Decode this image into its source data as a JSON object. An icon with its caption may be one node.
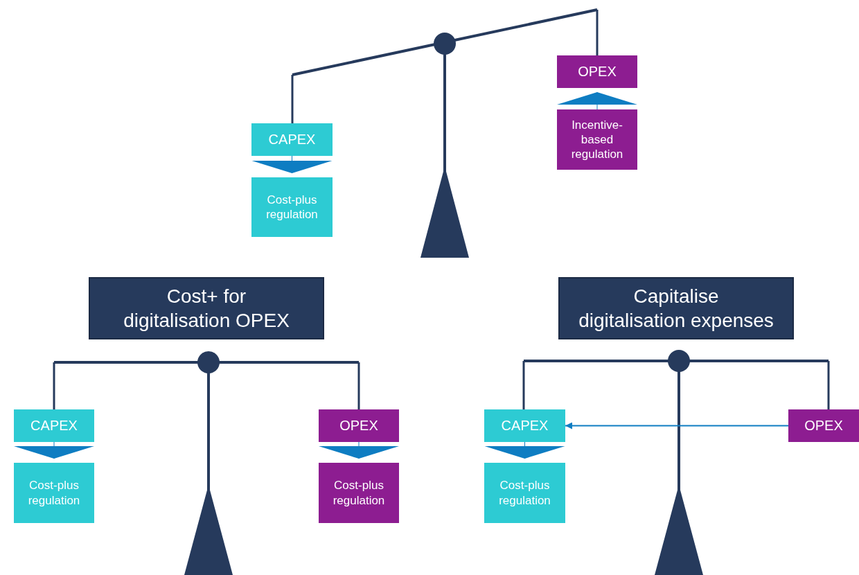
{
  "diagram": {
    "nodes": [
      {
        "text": [
          "CAPEX"
        ]
      },
      {
        "text": [
          "Cost-plus regulation"
        ]
      },
      {
        "text": [
          "OPEX"
        ]
      },
      {
        "text": [
          "Incentive-based regulation"
        ]
      },
      {
        "text": [
          "Cost+ for digitalisation OPEX"
        ]
      },
      {
        "text": [
          "Capitalise digitalisation expenses"
        ]
      },
      {
        "text": [
          "CAPEX"
        ]
      },
      {
        "text": [
          "Cost-plus regulation"
        ]
      },
      {
        "text": [
          "OPEX"
        ]
      },
      {
        "text": [
          "Cost-plus regulation"
        ]
      },
      {
        "text": [
          "CAPEX"
        ]
      },
      {
        "text": [
          "Cost-plus regulation"
        ]
      },
      {
        "text": [
          "OPEX"
        ]
      }
    ],
    "edges": [
      {
        "from": 0,
        "to": 1,
        "arrow": "to"
      },
      {
        "from": 3,
        "to": 2,
        "arrow": "to"
      },
      {
        "from": 6,
        "to": 7,
        "arrow": "to"
      },
      {
        "from": 8,
        "to": 9,
        "arrow": "to"
      },
      {
        "from": 10,
        "to": 11,
        "arrow": "to"
      },
      {
        "from": 12,
        "to": 10,
        "arrow": "to"
      }
    ]
  }
}
